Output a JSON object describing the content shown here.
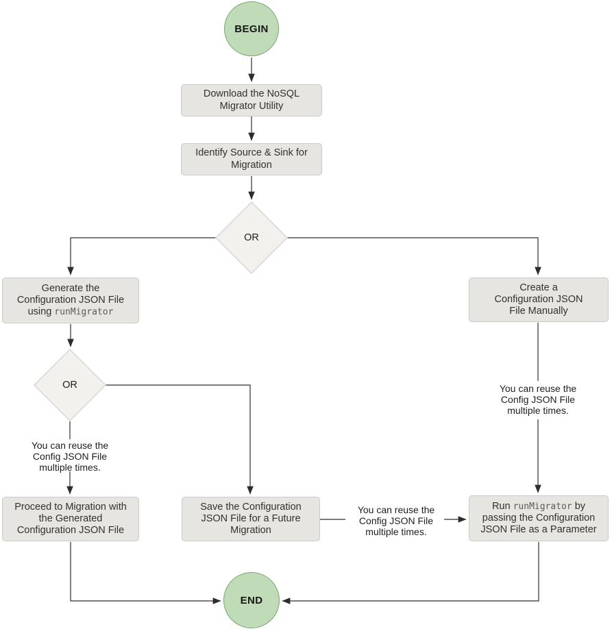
{
  "flowchart": {
    "terminals": {
      "begin": "BEGIN",
      "end": "END"
    },
    "decisions": {
      "or": "OR"
    },
    "steps": {
      "download": "Download the NoSQL Migrator Utility",
      "identify": "Identify Source & Sink for Migration",
      "generate": {
        "pre": "Generate the Configuration JSON File using ",
        "code": "runMigrator"
      },
      "create_manual": "Create a Configuration JSON File Manually",
      "proceed": "Proceed to Migration with the Generated Configuration JSON File",
      "save": "Save the Configuration JSON File for a Future Migration",
      "run": {
        "pre": "Run ",
        "code": "runMigrator",
        "post": " by passing the Configuration JSON File as a Parameter"
      }
    },
    "notes": {
      "reuse": [
        "You can reuse the",
        "Config JSON File",
        "multiple times."
      ]
    },
    "colors": {
      "terminal_fill": "#c0dbb8",
      "terminal_border": "#79a56f",
      "step_fill": "#e6e5e1",
      "step_border": "#cbc9c4",
      "decision_fill": "#f2f1ee",
      "decision_border": "#d8d6d1",
      "connector": "#2d2d2d"
    }
  }
}
